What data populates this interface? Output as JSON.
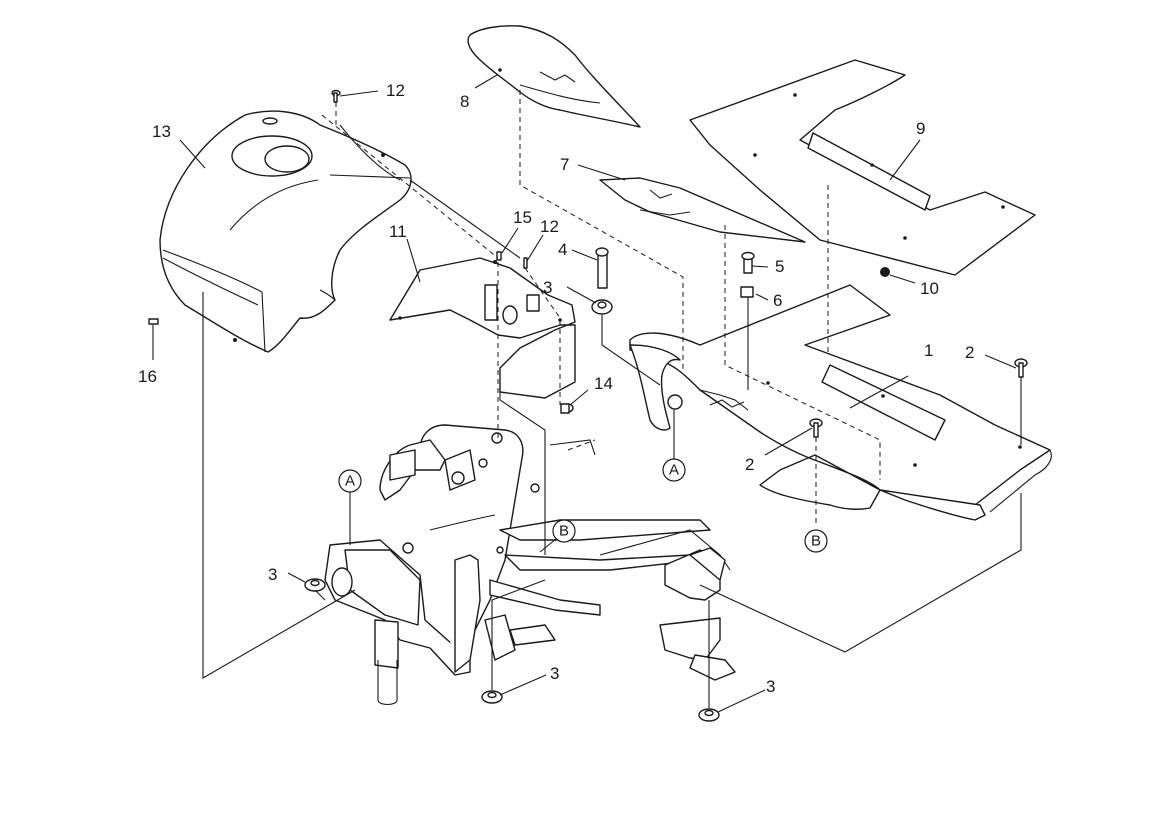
{
  "callouts": {
    "c1": "1",
    "c2a": "2",
    "c2b": "2",
    "c3a": "3",
    "c3b": "3",
    "c3c": "3",
    "c3d": "3",
    "c4": "4",
    "c5": "5",
    "c6": "6",
    "c7": "7",
    "c8": "8",
    "c9": "9",
    "c10": "10",
    "c11": "11",
    "c12a": "12",
    "c12b": "12",
    "c13": "13",
    "c14": "14",
    "c15": "15",
    "c16": "16"
  },
  "refs": {
    "a1": "A",
    "a2": "A",
    "b1": "B",
    "b2": "B"
  },
  "colors": {
    "ink": "#1a1a1a",
    "paper": "#ffffff"
  }
}
